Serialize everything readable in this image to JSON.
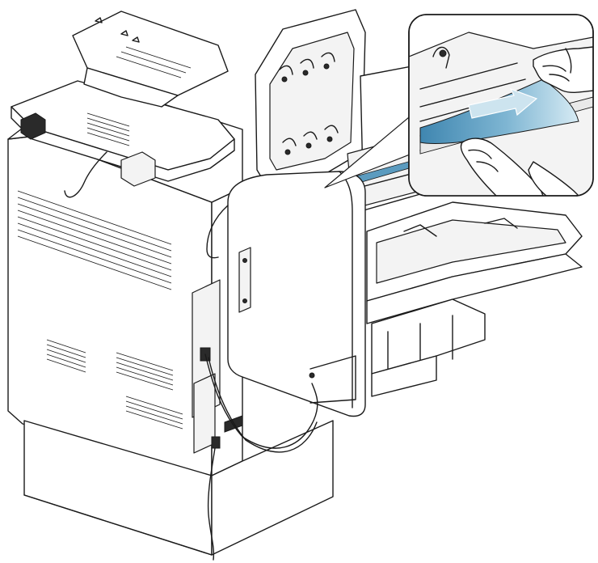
{
  "figure": {
    "description_kind": "printer-finisher-paper-jam-illustration",
    "colors": {
      "line": "#1a1a1a",
      "paper_highlight": "#5b9bbf",
      "paper_light": "#cde4ef",
      "callout_bg": "#ffffff"
    },
    "icons": [
      "printer-body",
      "document-feeder",
      "finisher-unit",
      "open-finisher-cover",
      "output-tray",
      "jam-callout",
      "hands",
      "jammed-paper",
      "direction-arrow",
      "cables"
    ]
  }
}
